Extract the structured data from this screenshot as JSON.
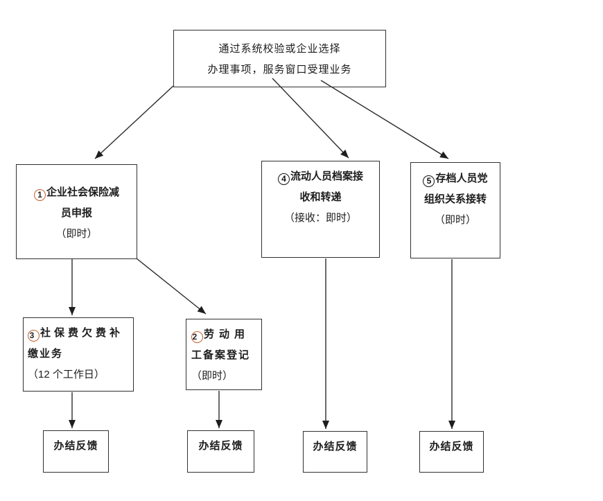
{
  "title_box": {
    "lines": [
      "通过系统校验或企业选择",
      "办理事项，服务窗口受理业务"
    ]
  },
  "process_boxes": [
    {
      "num": "1",
      "line1": "企业社会保险减",
      "line2": "员申报",
      "note": "（即时）"
    },
    {
      "num": "2",
      "line1": "劳动用",
      "line2": "工备案登记",
      "note": "（即时）"
    },
    {
      "num": "3",
      "line1": "社保费欠费补",
      "line2": "缴业务",
      "note": "（12 个工作日）"
    },
    {
      "num": "4",
      "line1": "流动人员档案接",
      "line2": "收和转递",
      "note": "（接收：即时）"
    },
    {
      "num": "5",
      "line1": "存档人员党",
      "line2": "组织关系接转",
      "note": "（即时）"
    }
  ],
  "feedback": {
    "label": "办结反馈"
  },
  "colors": {
    "accent_circle": "#c2602e",
    "ink": "#1c1c1c",
    "line": "#2a2a2a"
  }
}
